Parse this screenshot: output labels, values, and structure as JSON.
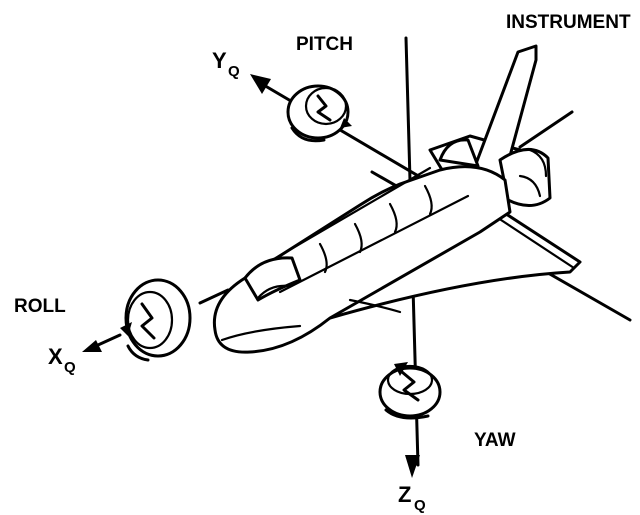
{
  "labels": {
    "instrument": "INSTRUMENT",
    "pitch": "PITCH",
    "roll": "ROLL",
    "yaw": "YAW",
    "y_axis": "Y",
    "x_axis": "X",
    "z_axis": "Z",
    "subscript": "Q"
  }
}
